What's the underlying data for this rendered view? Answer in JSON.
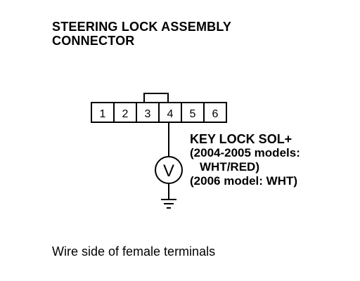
{
  "title": {
    "line1": "STEERING LOCK ASSEMBLY",
    "line2": "CONNECTOR"
  },
  "connector": {
    "pins": [
      "1",
      "2",
      "3",
      "4",
      "5",
      "6"
    ]
  },
  "wire_label": {
    "line1": "KEY LOCK SOL+",
    "line2": "(2004-2005 models:",
    "line3": "WHT/RED)",
    "line4": "(2006 model: WHT)"
  },
  "meter_symbol": "V",
  "caption": "Wire side of female terminals"
}
